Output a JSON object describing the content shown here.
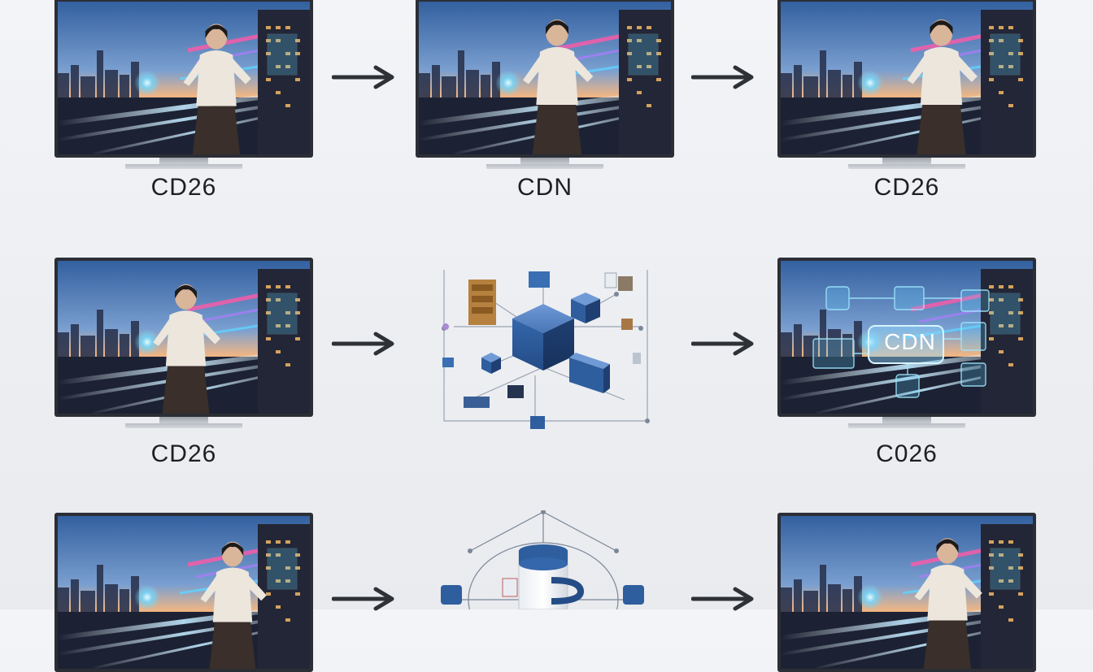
{
  "captions": {
    "row1_left": "CD26",
    "row1_mid": "CDN",
    "row1_right": "CD26",
    "row2_left": "CD26",
    "row2_right": "C026"
  },
  "screen_overlay": {
    "label": "CDN"
  },
  "colors": {
    "bezel": "#2b2e35",
    "sky_top": "#3f6fb8",
    "sky_horizon": "#f2b27a",
    "neon_pink": "#ff4fa3",
    "neon_cyan": "#5fd4ff",
    "cube_blue": "#2f5e9e",
    "arrow": "#2e3136"
  }
}
